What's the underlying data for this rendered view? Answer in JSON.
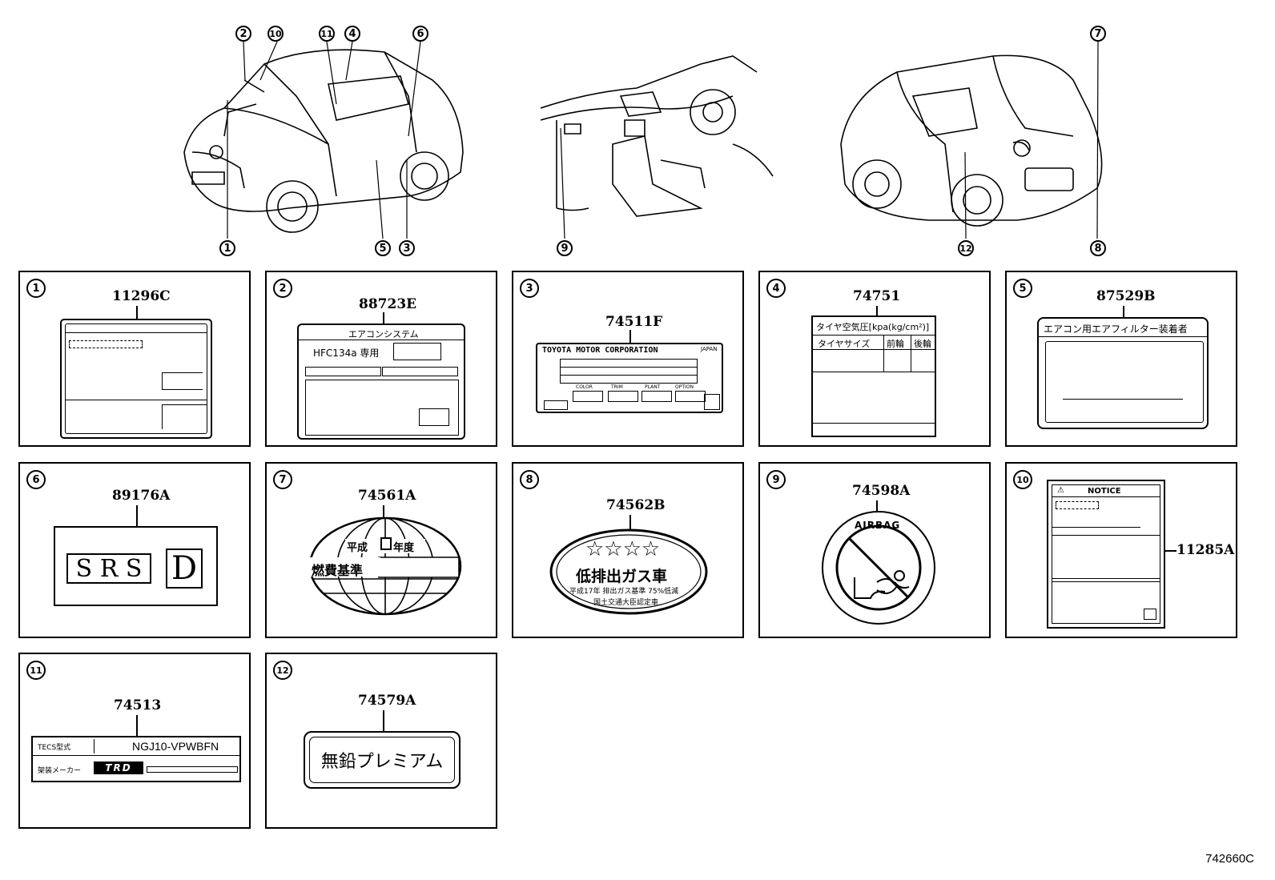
{
  "figure_id": "742660C",
  "callouts_top": [
    "1",
    "2",
    "3",
    "4",
    "5",
    "6",
    "7",
    "8",
    "9",
    "10",
    "11",
    "12"
  ],
  "panels": [
    {
      "n": "1",
      "code": "11296C"
    },
    {
      "n": "2",
      "code": "88723E"
    },
    {
      "n": "3",
      "code": "74511F"
    },
    {
      "n": "4",
      "code": "74751"
    },
    {
      "n": "5",
      "code": "87529B"
    },
    {
      "n": "6",
      "code": "89176A"
    },
    {
      "n": "7",
      "code": "74561A"
    },
    {
      "n": "8",
      "code": "74562B"
    },
    {
      "n": "9",
      "code": "74598A"
    },
    {
      "n": "10",
      "code": "11285A"
    },
    {
      "n": "11",
      "code": "74513"
    },
    {
      "n": "12",
      "code": "74579A"
    }
  ],
  "labels": {
    "p2_title": "エアコンシステム",
    "p2_refrigerant": "HFC134a 専用",
    "p3_company": "TOYOTA MOTOR CORPORATION",
    "p3_country": "JAPAN",
    "p3_fields": [
      "COLOR",
      "TRIM",
      "PLANT",
      "OPTION"
    ],
    "p4_title": "タイヤ空気圧[kpa(kg/cm²)]",
    "p4_cols": [
      "タイヤサイズ",
      "前輪",
      "後輪"
    ],
    "p5_title": "エアコン用エアフィルター装着者",
    "p6_srs": "S R S",
    "p6_d": "D",
    "p7_year": "平成",
    "p7_nendo": "年度",
    "p7_standard": "燃費基準",
    "p8_stars": "☆☆☆☆",
    "p8_title": "低排出ガス車",
    "p8_line1": "平成17年 排出ガス基準 75%低減",
    "p8_line2": "国土交通大臣認定車",
    "p9_airbag": "AIRBAG",
    "p10_notice": "NOTICE",
    "p11_model_label": "TECS型式",
    "p11_model": "NGJ10-VPWBFN",
    "p11_maker_label": "架装メーカー",
    "p11_brand": "TRD",
    "p12_text": "無鉛プレミアム"
  }
}
